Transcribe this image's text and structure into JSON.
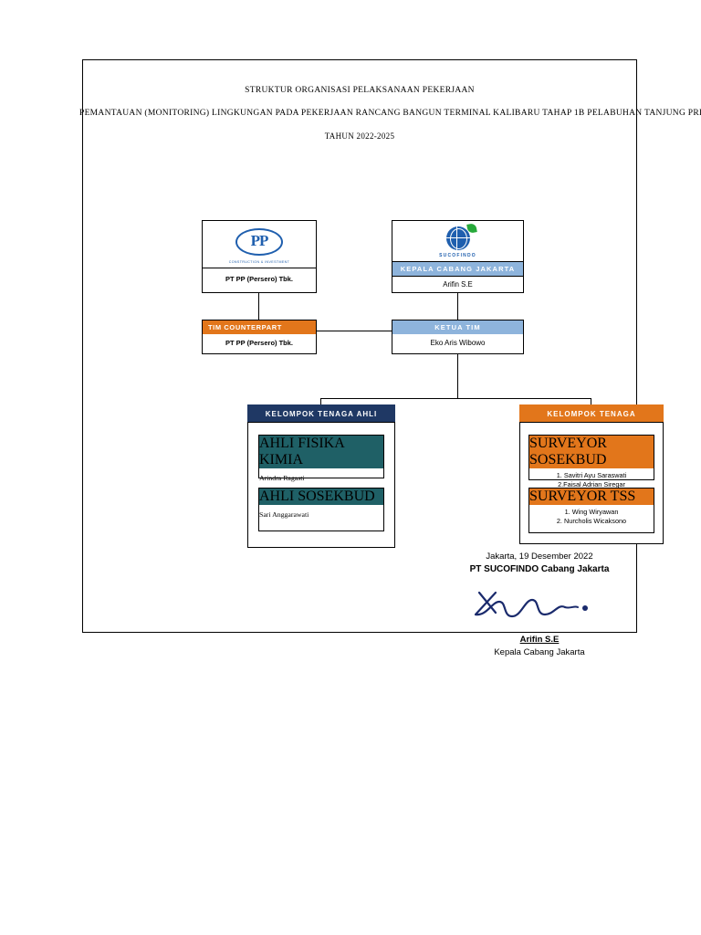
{
  "document": {
    "title_line1": "STRUKTUR ORGANISASI PELAKSANAAN PEKERJAAN",
    "title_line2": "PEMANTAUAN (MONITORING) LINGKUNGAN PADA PEKERJAAN RANCANG BANGUN  TERMINAL KALIBARU TAHAP 1B PELABUHAN TANJUNG PRIOK",
    "title_line3": "TAHUN 2022-2025"
  },
  "colors": {
    "orange": "#e2761b",
    "light_blue": "#8eb4dc",
    "dark_navy": "#1f3864",
    "teal": "#1f6066",
    "logo_blue": "#1f5fae",
    "leaf_green": "#27a93a"
  },
  "nodes": {
    "pp": {
      "logo_text": "PP",
      "logo_tagline": "CONSTRUCTION & INVESTMENT",
      "name": "PT  PP (Persero) Tbk."
    },
    "sucofindo": {
      "logo_word": "SUCOFINDO",
      "header": "KEPALA CABANG JAKARTA",
      "name": "Arifin S.E"
    },
    "counterpart": {
      "header": "TIM COUNTERPART",
      "name": "PT PP (Persero) Tbk."
    },
    "ketua_tim": {
      "header": "KETUA TIM",
      "name": "Eko Aris Wibowo"
    },
    "kelompok_tenaga_ahli": {
      "title": "KELOMPOK TENAGA AHLI",
      "members": [
        {
          "header": "AHLI FISIKA KIMIA",
          "name": "Arindra Ragasti"
        },
        {
          "header": "AHLI SOSEKBUD",
          "name": "Sari Anggarawati"
        }
      ]
    },
    "kelompok_tenaga_pendukung": {
      "title": "KELOMPOK TENAGA PENDUKUNG",
      "members": [
        {
          "header": "SURVEYOR SOSEKBUD",
          "line1": "1. Savitri Ayu Saraswati",
          "line2": "2.Faisal Adrian Siregar"
        },
        {
          "header": "SURVEYOR TSS",
          "line1": "1. Wing Wiryawan",
          "line2": "2. Nurcholis Wicaksono"
        }
      ]
    }
  },
  "signature": {
    "city_date": "Jakarta, 19 Desember 2022",
    "company": "PT SUCOFINDO Cabang Jakarta",
    "name": "Arifin S.E",
    "role": "Kepala Cabang Jakarta"
  }
}
